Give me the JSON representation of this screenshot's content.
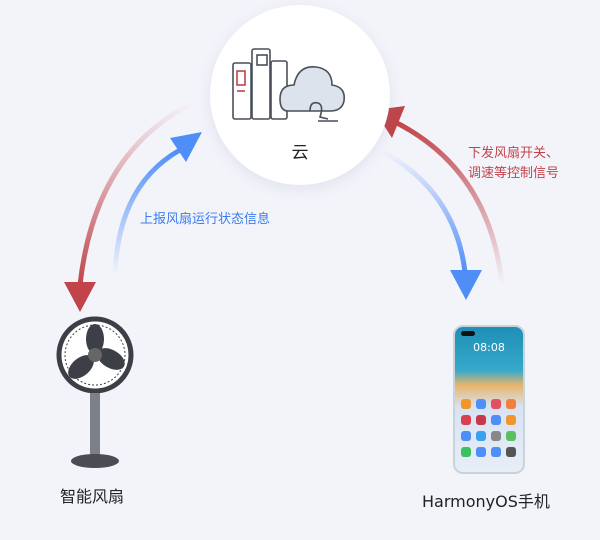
{
  "cloud": {
    "label": "云"
  },
  "arrows": {
    "upload_label": "上报风扇运行状态信息",
    "control_label_line1": "下发风扇开关、",
    "control_label_line2": "调速等控制信号"
  },
  "devices": {
    "fan_label": "智能风扇",
    "phone_label": "HarmonyOS手机",
    "phone_clock": "08:08"
  },
  "colors": {
    "blue": "#4f8ef7",
    "red": "#c0444a",
    "background": "#f3f4fa"
  }
}
